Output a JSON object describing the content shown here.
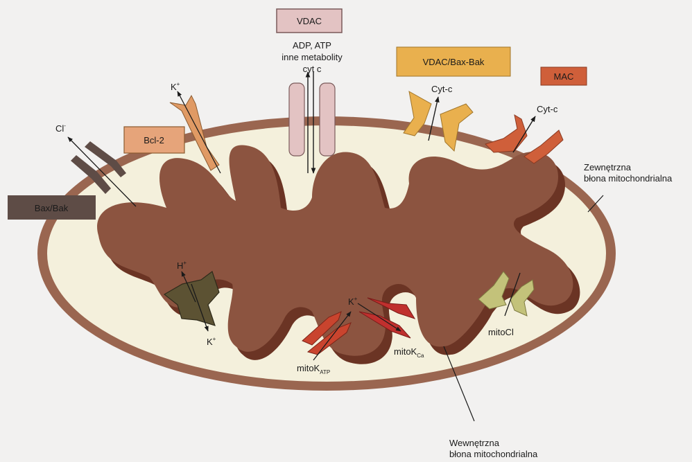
{
  "colors": {
    "background": "#f2f1f0",
    "outer_membrane": "#9a6650",
    "intermembrane_space": "#f4f0dc",
    "inner_membrane": "#8c5440",
    "inner_membrane_shadow": "#6b3424",
    "vdac": "#e3c3c3",
    "bcl2": "#e6a47a",
    "bax_bak": "#5e4c46",
    "vdac_bax_bak": "#e9b04e",
    "mac": "#cf5f3a",
    "mito_katp": "#c9442e",
    "mito_kca": "#c0302e",
    "mito_cl": "#c3c27a",
    "proton_exchanger": "#5c5233",
    "k_channel": "#e09a64"
  },
  "boxes": {
    "vdac": "VDAC",
    "bcl2": "Bcl-2",
    "bax_bak": "Bax/Bak",
    "vdac_bax_bak": "VDAC/Bax-Bak",
    "mac": "MAC"
  },
  "labels": {
    "vdac_cargo_line1": "ADP, ATP",
    "vdac_cargo_line2": "inne metabolity",
    "vdac_cargo_line3": "cyt c",
    "cyt_c_vdac_bax_bak": "Cyt-c",
    "cyt_c_mac": "Cyt-c",
    "chloride": "Cl",
    "chloride_charge": "-",
    "potassium_bcl2": "K",
    "potassium_bcl2_charge": "+",
    "proton": "H",
    "proton_charge": "+",
    "potassium_exchanger": "K",
    "potassium_exchanger_charge": "+",
    "potassium_inner": "K",
    "potassium_inner_charge": "+",
    "mito_katp": "mitoK",
    "mito_katp_sub": "ATP",
    "mito_kca": "mitoK",
    "mito_kca_sub": "Ca",
    "mito_cl": "mitoCl",
    "outer_membrane_line1": "Zewnętrzna",
    "outer_membrane_line2": "błona mitochondrialna",
    "inner_membrane_line1": "Wewnętrzna",
    "inner_membrane_line2": "błona mitochondrialna"
  }
}
